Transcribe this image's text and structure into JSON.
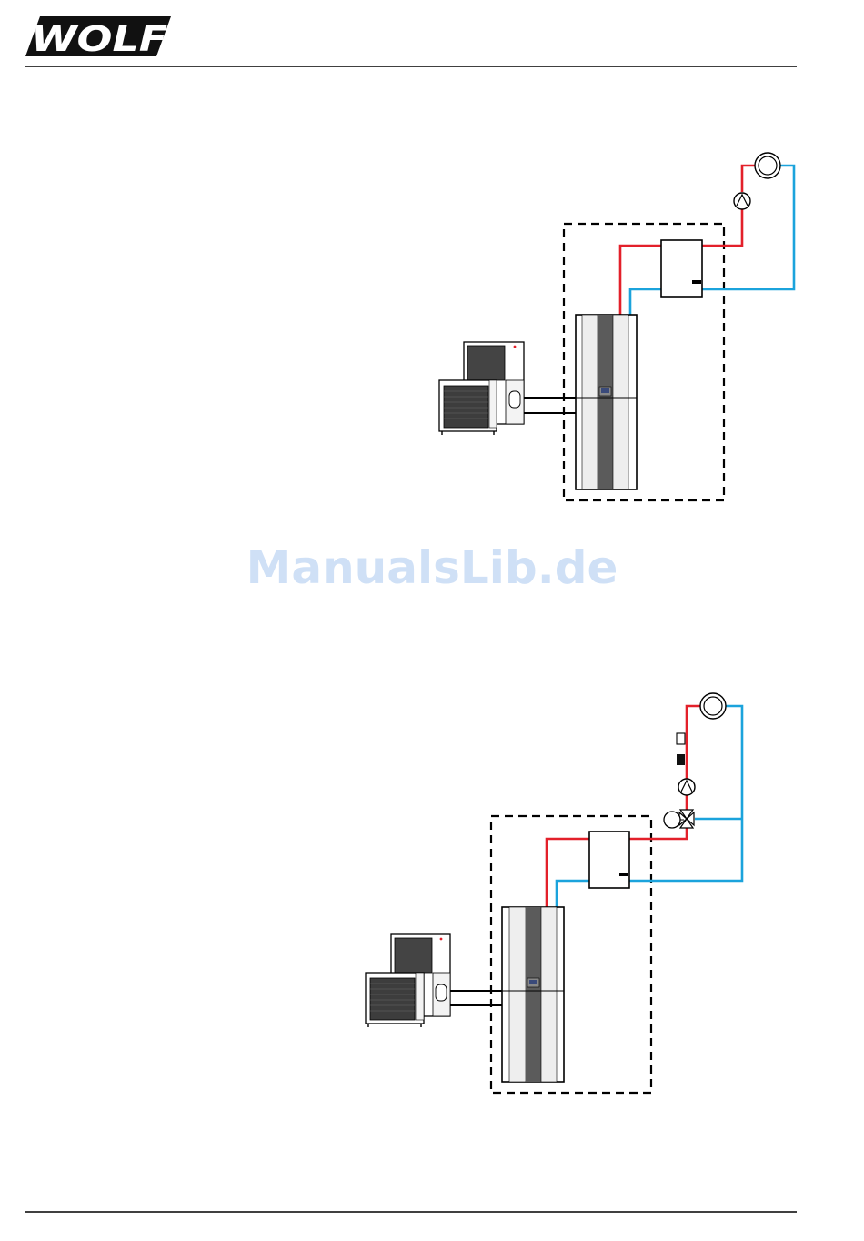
{
  "header": {
    "logo_text": "WOLF"
  },
  "watermark": {
    "text": "ManualsLib.de"
  },
  "colors": {
    "flow": "#e3202a",
    "return": "#1ba3dc",
    "line": "#000000",
    "panel_dark": "#5b5b5b",
    "panel_light": "#eeeeee",
    "watermark": "#cfe0f6"
  },
  "diagrams": [
    {
      "id": "scheme-1",
      "components": [
        "outdoor-unit",
        "indoor-unit",
        "buffer-tank",
        "circulation-pump",
        "heating-circuit"
      ]
    },
    {
      "id": "scheme-2",
      "components": [
        "outdoor-unit",
        "indoor-unit",
        "buffer-tank",
        "mixing-valve",
        "mixer-motor",
        "circulation-pump",
        "flow-sensor",
        "temperature-limiter",
        "heating-circuit"
      ]
    }
  ]
}
